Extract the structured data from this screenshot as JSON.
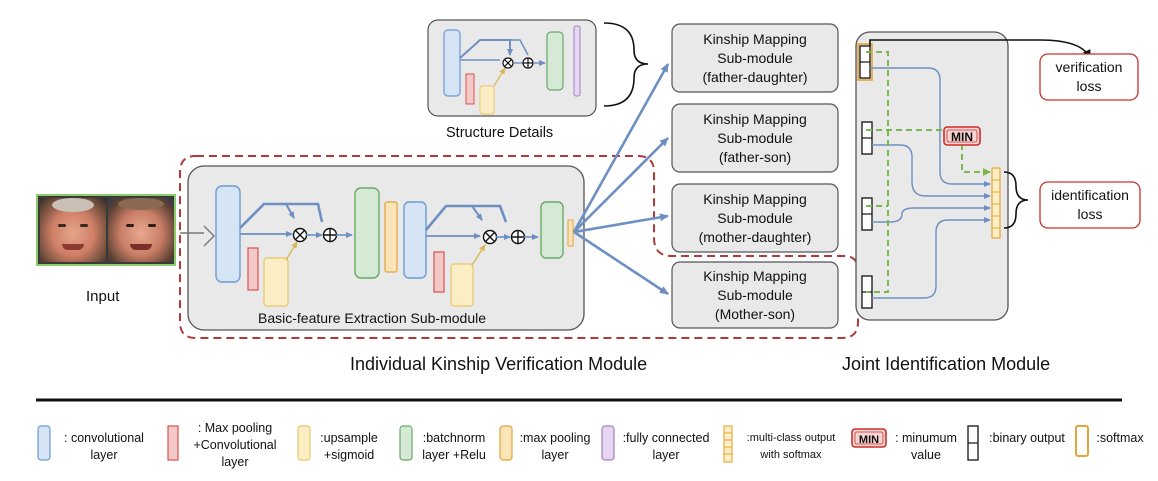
{
  "input": {
    "label": "Input"
  },
  "structure": {
    "label": "Structure Details"
  },
  "basic_feature": {
    "label": "Basic-feature Extraction Sub-module"
  },
  "kinship_modules": [
    {
      "line1": "Kinship Mapping",
      "line2": "Sub-module",
      "line3": "(father-daughter)"
    },
    {
      "line1": "Kinship Mapping",
      "line2": "Sub-module",
      "line3": "(father-son)"
    },
    {
      "line1": "Kinship Mapping",
      "line2": "Sub-module",
      "line3": "(mother-daughter)"
    },
    {
      "line1": "Kinship Mapping",
      "line2": "Sub-module",
      "line3": "(Mother-son)"
    }
  ],
  "losses": {
    "verification": {
      "line1": "verification",
      "line2": "loss"
    },
    "identification": {
      "line1": "identification",
      "line2": "loss"
    }
  },
  "min_label": "MIN",
  "module_titles": {
    "individual": "Individual Kinship Verification Module",
    "joint": "Joint Identification Module"
  },
  "legend": [
    {
      "id": "conv",
      "line1": ": convolutional",
      "line2": "layer",
      "color": "#6c9bd2"
    },
    {
      "id": "maxpool-conv",
      "line1": ": Max pooling",
      "line2": "+Convolutional",
      "line3": "layer",
      "color": "#d9534f"
    },
    {
      "id": "upsample",
      "line1": ":upsample",
      "line2": "+sigmoid",
      "color": "#e8c66a"
    },
    {
      "id": "batchnorm",
      "line1": ":batchnorm",
      "line2": "layer +Relu",
      "color": "#6aa86a"
    },
    {
      "id": "maxpool",
      "line1": ":max pooling",
      "line2": "layer",
      "color": "#e3a43a"
    },
    {
      "id": "fc",
      "line1": ":fully connected",
      "line2": "layer",
      "color": "#a57fc4"
    },
    {
      "id": "multiclass",
      "line1": ":multi-class output",
      "line2": "with softmax",
      "color": "#e8c66a"
    },
    {
      "id": "min",
      "line1": ": minumum",
      "line2": "value",
      "color": "#c9302c"
    },
    {
      "id": "binary",
      "line1": ":binary output",
      "color": "#111111"
    },
    {
      "id": "softmax",
      "line1": ":softmax",
      "color": "#e3a43a"
    }
  ]
}
